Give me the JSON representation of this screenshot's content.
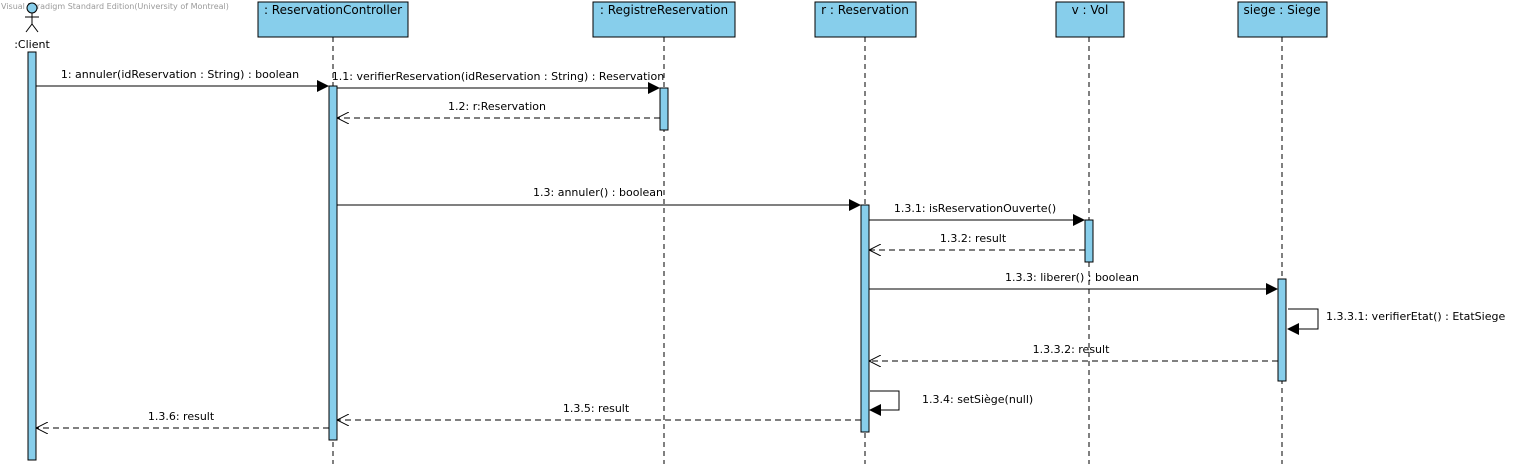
{
  "watermark": "Visual Paradigm Standard Edition(University of Montreal)",
  "colors": {
    "box_fill": "#87ceeb",
    "activation_fill": "#87ceeb",
    "stroke": "#000000"
  },
  "actor": {
    "name": ":Client"
  },
  "lifelines": [
    {
      "id": "controller",
      "name": ": ReservationController"
    },
    {
      "id": "registre",
      "name": ": RegistreReservation"
    },
    {
      "id": "reservation",
      "name": "r : Reservation"
    },
    {
      "id": "vol",
      "name": "v : Vol"
    },
    {
      "id": "siege",
      "name": "siege : Siege"
    }
  ],
  "messages": [
    {
      "label": "1: annuler(idReservation : String) : boolean",
      "from": "client",
      "to": "controller",
      "kind": "sync"
    },
    {
      "label": "1.1: verifierReservation(idReservation : String) : Reservation",
      "from": "controller",
      "to": "registre",
      "kind": "sync"
    },
    {
      "label": "1.2: r:Reservation",
      "from": "registre",
      "to": "controller",
      "kind": "return"
    },
    {
      "label": "1.3: annuler() : boolean",
      "from": "controller",
      "to": "reservation",
      "kind": "sync"
    },
    {
      "label": "1.3.1: isReservationOuverte()",
      "from": "reservation",
      "to": "vol",
      "kind": "sync"
    },
    {
      "label": "1.3.2: result",
      "from": "vol",
      "to": "reservation",
      "kind": "return"
    },
    {
      "label": "1.3.3: liberer() : boolean",
      "from": "reservation",
      "to": "siege",
      "kind": "sync"
    },
    {
      "label": "1.3.3.1: verifierEtat() : EtatSiege",
      "from": "siege",
      "to": "siege",
      "kind": "self"
    },
    {
      "label": "1.3.3.2: result",
      "from": "siege",
      "to": "reservation",
      "kind": "return"
    },
    {
      "label": "1.3.4: setSiège(null)",
      "from": "reservation",
      "to": "reservation",
      "kind": "self"
    },
    {
      "label": "1.3.5: result",
      "from": "reservation",
      "to": "controller",
      "kind": "return"
    },
    {
      "label": "1.3.6: result",
      "from": "controller",
      "to": "client",
      "kind": "return"
    }
  ]
}
